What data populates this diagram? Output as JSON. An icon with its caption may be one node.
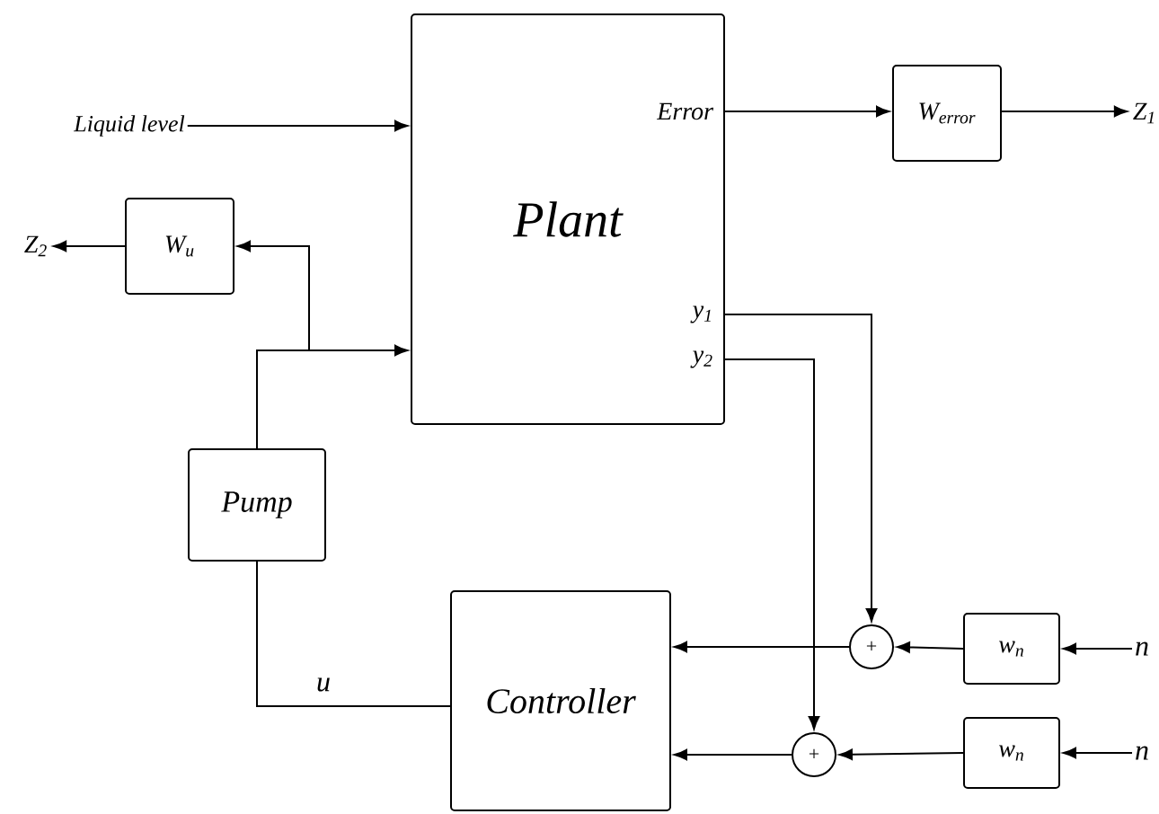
{
  "diagram": {
    "nodes": [
      {
        "text": [
          "Plant",
          "Error",
          "y$_{1}$",
          "y$_{2}$"
        ]
      },
      {
        "text": [
          "Liquid level"
        ]
      },
      {
        "text": [
          "W$_{error}$"
        ]
      },
      {
        "text": [
          "Z$_{1}$"
        ]
      },
      {
        "text": [
          "W$_{u}$"
        ]
      },
      {
        "text": [
          "Z$_{2}$"
        ]
      },
      {
        "text": [
          "Pump"
        ]
      },
      {
        "text": [
          "Controller"
        ]
      },
      {
        "text": [
          "+"
        ]
      },
      {
        "text": [
          "+"
        ]
      },
      {
        "text": [
          "w$_{n}$"
        ]
      },
      {
        "text": [
          "w$_{n}$"
        ]
      },
      {
        "text": [
          "n"
        ]
      },
      {
        "text": [
          "n"
        ]
      }
    ],
    "edges": [
      {
        "from": 1,
        "to": 0,
        "arrow": "to"
      },
      {
        "from": 0,
        "to": 2,
        "arrow": "to"
      },
      {
        "from": 2,
        "to": 3,
        "arrow": "to"
      },
      {
        "from": 6,
        "to": 0,
        "arrow": "to"
      },
      {
        "from": 6,
        "to": 4,
        "arrow": "to"
      },
      {
        "from": 4,
        "to": 5,
        "arrow": "to"
      },
      {
        "from": 7,
        "to": 6,
        "arrow": "none",
        "label": "u"
      },
      {
        "from": 0,
        "to": 8,
        "arrow": "to"
      },
      {
        "from": 0,
        "to": 9,
        "arrow": "to"
      },
      {
        "from": 12,
        "to": 10,
        "arrow": "to"
      },
      {
        "from": 10,
        "to": 8,
        "arrow": "to"
      },
      {
        "from": 8,
        "to": 7,
        "arrow": "to"
      },
      {
        "from": 13,
        "to": 11,
        "arrow": "to"
      },
      {
        "from": 11,
        "to": 9,
        "arrow": "to"
      },
      {
        "from": 9,
        "to": 7,
        "arrow": "to"
      }
    ]
  }
}
